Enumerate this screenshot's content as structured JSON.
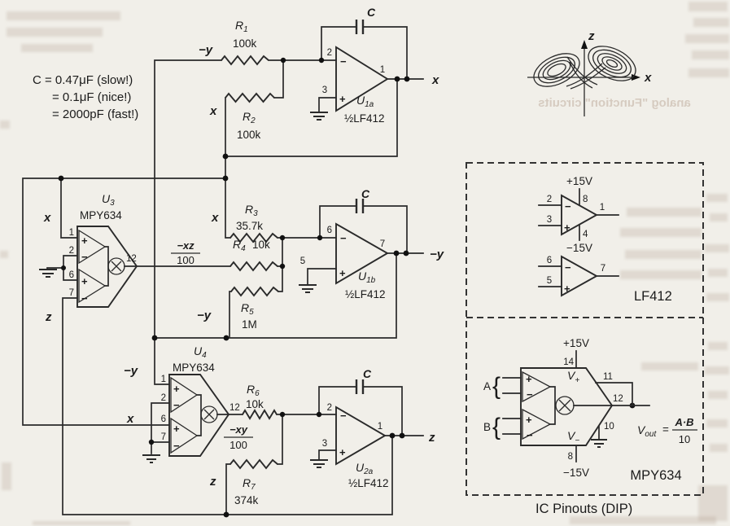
{
  "notes": {
    "line1": "C = 0.47μF (slow!)",
    "line2": "= 0.1μF (nice!)",
    "line3": "= 2000pF (fast!)"
  },
  "signals": {
    "x": "x",
    "z": "z",
    "minus_y": "−y"
  },
  "polarity": {
    "plus": "+",
    "minus": "−"
  },
  "capacitor_label": "C",
  "resistors": {
    "r1": {
      "ref": "R",
      "sub": "1",
      "value": "100k"
    },
    "r2": {
      "ref": "R",
      "sub": "2",
      "value": "100k"
    },
    "r3": {
      "ref": "R",
      "sub": "3",
      "value": "35.7k"
    },
    "r4": {
      "ref": "R",
      "sub": "4",
      "value": "10k"
    },
    "r5": {
      "ref": "R",
      "sub": "5",
      "value": "1M"
    },
    "r6": {
      "ref": "R",
      "sub": "6",
      "value": "10k"
    },
    "r7": {
      "ref": "R",
      "sub": "7",
      "value": "374k"
    }
  },
  "opamps": {
    "u1a": {
      "ref": "U",
      "sub": "1a",
      "part": "½LF412",
      "pin_inv": "2",
      "pin_noninv": "3",
      "pin_out": "1"
    },
    "u1b": {
      "ref": "U",
      "sub": "1b",
      "part": "½LF412",
      "pin_inv": "6",
      "pin_noninv": "5",
      "pin_out": "7"
    },
    "u2a": {
      "ref": "U",
      "sub": "2a",
      "part": "½LF412",
      "pin_inv": "2",
      "pin_noninv": "3",
      "pin_out": "1"
    }
  },
  "multipliers": {
    "u3": {
      "ref": "U",
      "sub": "3",
      "part": "MPY634",
      "pin1": "1",
      "pin2": "2",
      "pin6": "6",
      "pin7": "7",
      "pin_out": "12",
      "frac_num": "−xz",
      "frac_den": "100"
    },
    "u4": {
      "ref": "U",
      "sub": "4",
      "part": "MPY634",
      "pin1": "1",
      "pin2": "2",
      "pin6": "6",
      "pin7": "7",
      "pin_out": "12",
      "frac_num": "−xy",
      "frac_den": "100"
    }
  },
  "attractor": {
    "z_label": "z",
    "x_label": "x"
  },
  "pinouts": {
    "caption": "IC Pinouts (DIP)",
    "brace": "{",
    "lf412": {
      "label": "LF412",
      "vplus": "+15V",
      "vminus": "−15V",
      "amp1": {
        "inv": "2",
        "noninv": "3",
        "out": "1",
        "vplus_pin": "8",
        "vminus_pin": "4"
      },
      "amp2": {
        "inv": "6",
        "noninv": "5",
        "out": "7"
      }
    },
    "mpy634": {
      "label": "MPY634",
      "a": "A",
      "b": "B",
      "vplus": "+15V",
      "vminus": "−15V",
      "pin14": "14",
      "pin8": "8",
      "pin10": "10",
      "pin11": "11",
      "pin12": "12",
      "vp_ref": "V",
      "vp_sub": "+",
      "vm_ref": "V",
      "vm_sub": "−",
      "vout_ref": "V",
      "vout_sub": "out",
      "equals": "=",
      "frac_num": "A·B",
      "frac_den": "10"
    }
  },
  "bleed": {
    "mirrored": "analog \"Function\" circuits"
  }
}
